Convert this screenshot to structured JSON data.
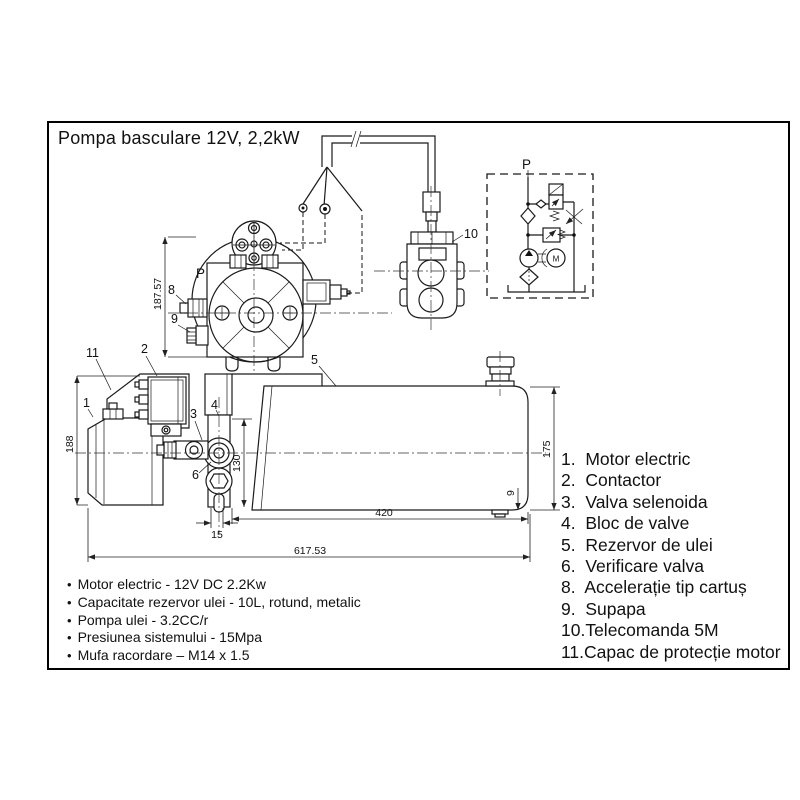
{
  "title": "Pompa basculare 12V, 2,2kW",
  "labels": {
    "p_topview": "P",
    "p_schematic": "P",
    "motor_m": "M"
  },
  "callouts": {
    "c1": "1",
    "c2": "2",
    "c3": "3",
    "c4": "4",
    "c5": "5",
    "c6": "6",
    "c8": "8",
    "c9": "9",
    "c10": "10",
    "c11": "11"
  },
  "dimensions": {
    "motor_height": "187.57",
    "unit_height": "188",
    "block_height": "130",
    "stud_width": "15",
    "tank_length": "420",
    "total_length": "617.53",
    "tank_height": "175",
    "drain_offset": "9"
  },
  "legend": {
    "items": [
      "1.  Motor electric",
      "2.  Contactor",
      "3.  Valva selenoida",
      "4.  Bloc de valve",
      "5.  Rezervor de ulei",
      "6.  Verificare valva",
      "8.  Accelerație tip cartuș",
      "9.  Supapa",
      "10.Telecomanda 5M",
      "11.Capac de protecție motor"
    ]
  },
  "specs": {
    "bullet": "•",
    "items": [
      "Motor electric - 12V DC 2.2Kw",
      "Capacitate rezervor ulei - 10L, rotund, metalic",
      "Pompa ulei - 3.2CC/r",
      "Presiunea sistemului - 15Mpa",
      "Mufa racordare – M14 x 1.5"
    ]
  }
}
